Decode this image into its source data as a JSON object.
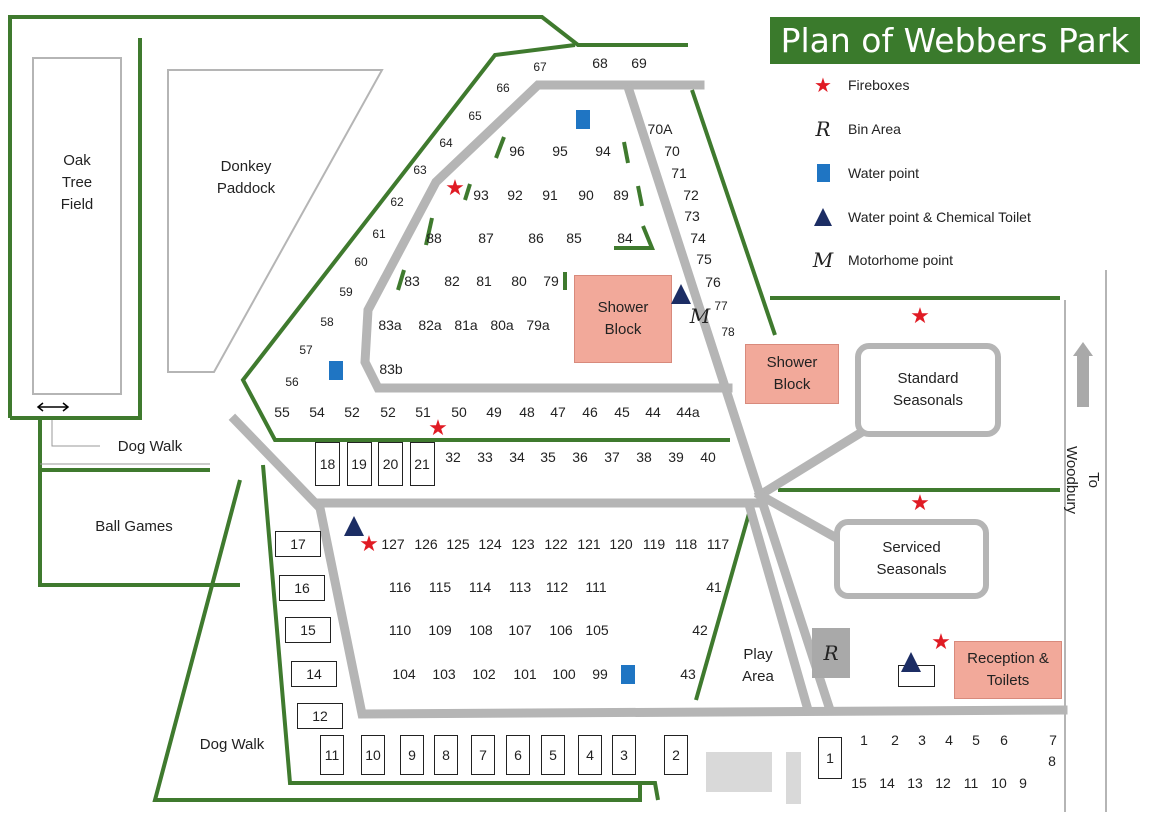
{
  "title": "Plan of Webbers Park",
  "legend": {
    "fireboxes": {
      "label": "Fireboxes",
      "icon": "red-star",
      "color": "#e01b24"
    },
    "bin_area": {
      "label": "Bin Area",
      "symbol": "R"
    },
    "water_point": {
      "label": "Water point",
      "icon": "blue-square",
      "color": "#1f75c3"
    },
    "water_toilet": {
      "label": "Water point & Chemical Toilet",
      "icon": "navy-triangle",
      "color": "#1c2d64"
    },
    "motorhome": {
      "label": "Motorhome point",
      "symbol": "M"
    }
  },
  "areas": {
    "oak_tree_field": "Oak Tree Field",
    "donkey_paddock": "Donkey Paddock",
    "dog_walk_top": "Dog Walk",
    "ball_games": "Ball Games",
    "dog_walk_bottom": "Dog Walk",
    "play_area": "Play Area",
    "to_woodbury": "To Woodbury",
    "shower_block_1": "Shower Block",
    "shower_block_2": "Shower Block",
    "standard_seasonals": "Standard Seasonals",
    "serviced_seasonals": "Serviced Seasonals",
    "reception": "Reception & Toilets"
  },
  "pitches": {
    "top_row": [
      "67",
      "68",
      "69"
    ],
    "left_arc": [
      "66",
      "65",
      "64",
      "63",
      "62",
      "61",
      "60",
      "59",
      "58",
      "57",
      "56"
    ],
    "right_col": [
      "70A",
      "70",
      "71",
      "72",
      "73",
      "74",
      "75",
      "76",
      "77",
      "78"
    ],
    "row_96": [
      "96",
      "95",
      "94"
    ],
    "row_93": [
      "93",
      "92",
      "91",
      "90",
      "89"
    ],
    "row_88": [
      "88",
      "87",
      "86",
      "85",
      "84"
    ],
    "row_83": [
      "83",
      "82",
      "81",
      "80",
      "79"
    ],
    "row_83a": [
      "83a",
      "82a",
      "81a",
      "80a",
      "79a"
    ],
    "p83b": "83b",
    "row_55": [
      "55",
      "54",
      "52",
      "52",
      "51",
      "50",
      "49",
      "48",
      "47",
      "46",
      "45",
      "44",
      "44a"
    ],
    "row_32": [
      "32",
      "33",
      "34",
      "35",
      "36",
      "37",
      "38",
      "39",
      "40"
    ],
    "boxes_18": [
      "18",
      "19",
      "20",
      "21"
    ],
    "row_127": [
      "127",
      "126",
      "125",
      "124",
      "123",
      "122",
      "121",
      "120",
      "119",
      "118",
      "117"
    ],
    "row_116": [
      "116",
      "115",
      "114",
      "113",
      "112",
      "111"
    ],
    "row_110": [
      "110",
      "109",
      "108",
      "107",
      "106",
      "105"
    ],
    "row_104": [
      "104",
      "103",
      "102",
      "101",
      "100",
      "99"
    ],
    "p41": "41",
    "p42": "42",
    "p43": "43",
    "boxes_left": [
      "17",
      "16",
      "15",
      "14",
      "12"
    ],
    "boxes_bottom": [
      "11",
      "10",
      "9",
      "8",
      "7",
      "6",
      "5",
      "4",
      "3",
      "2"
    ],
    "box_1": "1",
    "seasonal_top": [
      "1",
      "2",
      "3",
      "4",
      "5",
      "6",
      "7"
    ],
    "seasonal_bottom": [
      "15",
      "14",
      "13",
      "12",
      "11",
      "10",
      "9"
    ],
    "p8": "8"
  }
}
